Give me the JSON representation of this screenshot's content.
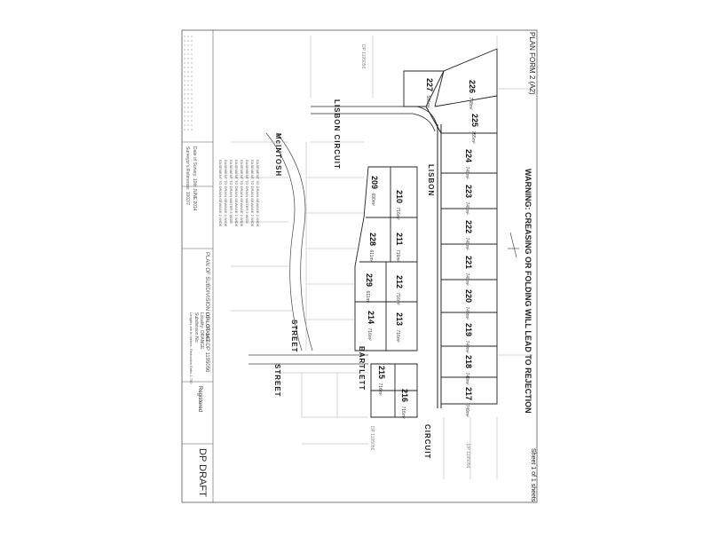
{
  "header": {
    "plan_form": "PLAN FORM 2 (A2)",
    "warning": "WARNING: CREASING OR FOLDING WILL LEAD TO REJECTION",
    "sheet": "Sheet 1 of 1 sheets",
    "dp_draft": "DP DRAFT",
    "registered": "Registered"
  },
  "roads": {
    "mcintosh": "McINTOSH",
    "lisbon_circuit": "LISBON CIRCUIT",
    "lisbon": "LISBON",
    "street": "STREET",
    "bartlett": "BARTLETT",
    "street2": "STREET",
    "circuit": "CIRCUIT"
  },
  "lots": [
    {
      "num": "227",
      "area": "586m²"
    },
    {
      "num": "226",
      "area": "748m²"
    },
    {
      "num": "225",
      "area": "755m²"
    },
    {
      "num": "224",
      "area": "749m²"
    },
    {
      "num": "223",
      "area": "749m²"
    },
    {
      "num": "222",
      "area": "749m²"
    },
    {
      "num": "221",
      "area": "749m²"
    },
    {
      "num": "220",
      "area": "749m²"
    },
    {
      "num": "219",
      "area": "749m²"
    },
    {
      "num": "218",
      "area": "749m²"
    },
    {
      "num": "217",
      "area": "749m²"
    },
    {
      "num": "209",
      "area": "690m²"
    },
    {
      "num": "210",
      "area": "716m²"
    },
    {
      "num": "228",
      "area": "611m²"
    },
    {
      "num": "229",
      "area": "611m²"
    },
    {
      "num": "211",
      "area": "716m²"
    },
    {
      "num": "212",
      "area": "716m²"
    },
    {
      "num": "213",
      "area": "716m²"
    },
    {
      "num": "214",
      "area": "716m²"
    },
    {
      "num": "215",
      "area": "716m²"
    },
    {
      "num": "216",
      "area": "716m²"
    }
  ],
  "plan_title": "PLAN OF SUBDIVISION OF LOT 147 DP 1195056",
  "easements": [
    "EASEMENT TO DRAIN SEWAGE 2 WIDE",
    "EASEMENT TO DRAIN SEWAGE 2 WIDE",
    "EASEMENT TO DRAIN WATER 3 WIDE",
    "EASEMENT TO DRAIN SEWAGE 2 WIDE",
    "EASEMENT TO DRAIN SEWAGE 2 WIDE",
    "EASEMENT TO DRAIN WATER 3 WIDE",
    "EASEMENT TO DRAIN SEWAGE 2 WIDE",
    "EASEMENT TO DRAIN SEWAGE 2 WIDE"
  ],
  "survey": {
    "date": "Date of Survey: 10th JUNE 2014",
    "reference": "Surveyor's Reference: 1002/7"
  },
  "lga": {
    "lga": "LGA: ORANGE",
    "locality": "Locality: ORANGE",
    "subdivision": "Subdivision No:",
    "lengths": "Lengths are in metres. Reduction Ratio 1:750"
  },
  "adjoining": {
    "dp": "DP 1195056"
  }
}
